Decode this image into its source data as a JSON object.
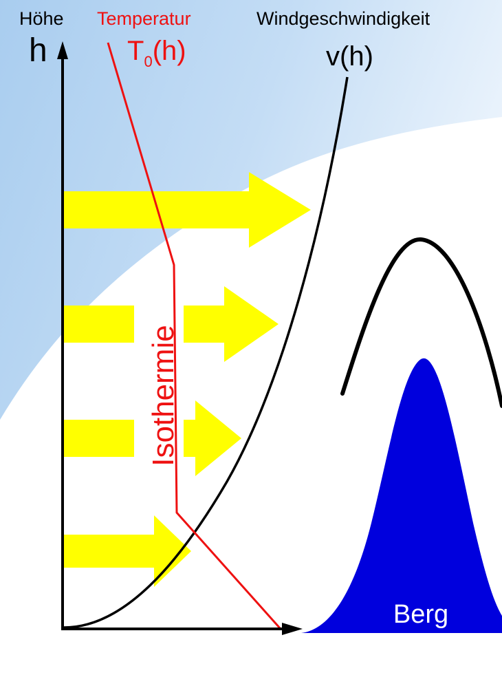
{
  "labels": {
    "hoehe": "Höhe",
    "h": "h",
    "temperatur": "Temperatur",
    "t0_main": "T",
    "t0_sub": "0",
    "t0_arg": "(h)",
    "wind": "Windgeschwindigkeit",
    "vh": "v(h)",
    "isothermie": "Isothermie",
    "berg": "Berg"
  },
  "colors": {
    "sky": "#b6d6f3",
    "wind_arrows": "#ffff00",
    "temperature": "#ee1111",
    "wind_curve": "#000000",
    "mountain": "#0000dd",
    "axes": "#000000"
  },
  "wind_arrows_count": 4,
  "icons": [
    "axis-arrow-up-icon",
    "axis-arrow-right-icon"
  ]
}
